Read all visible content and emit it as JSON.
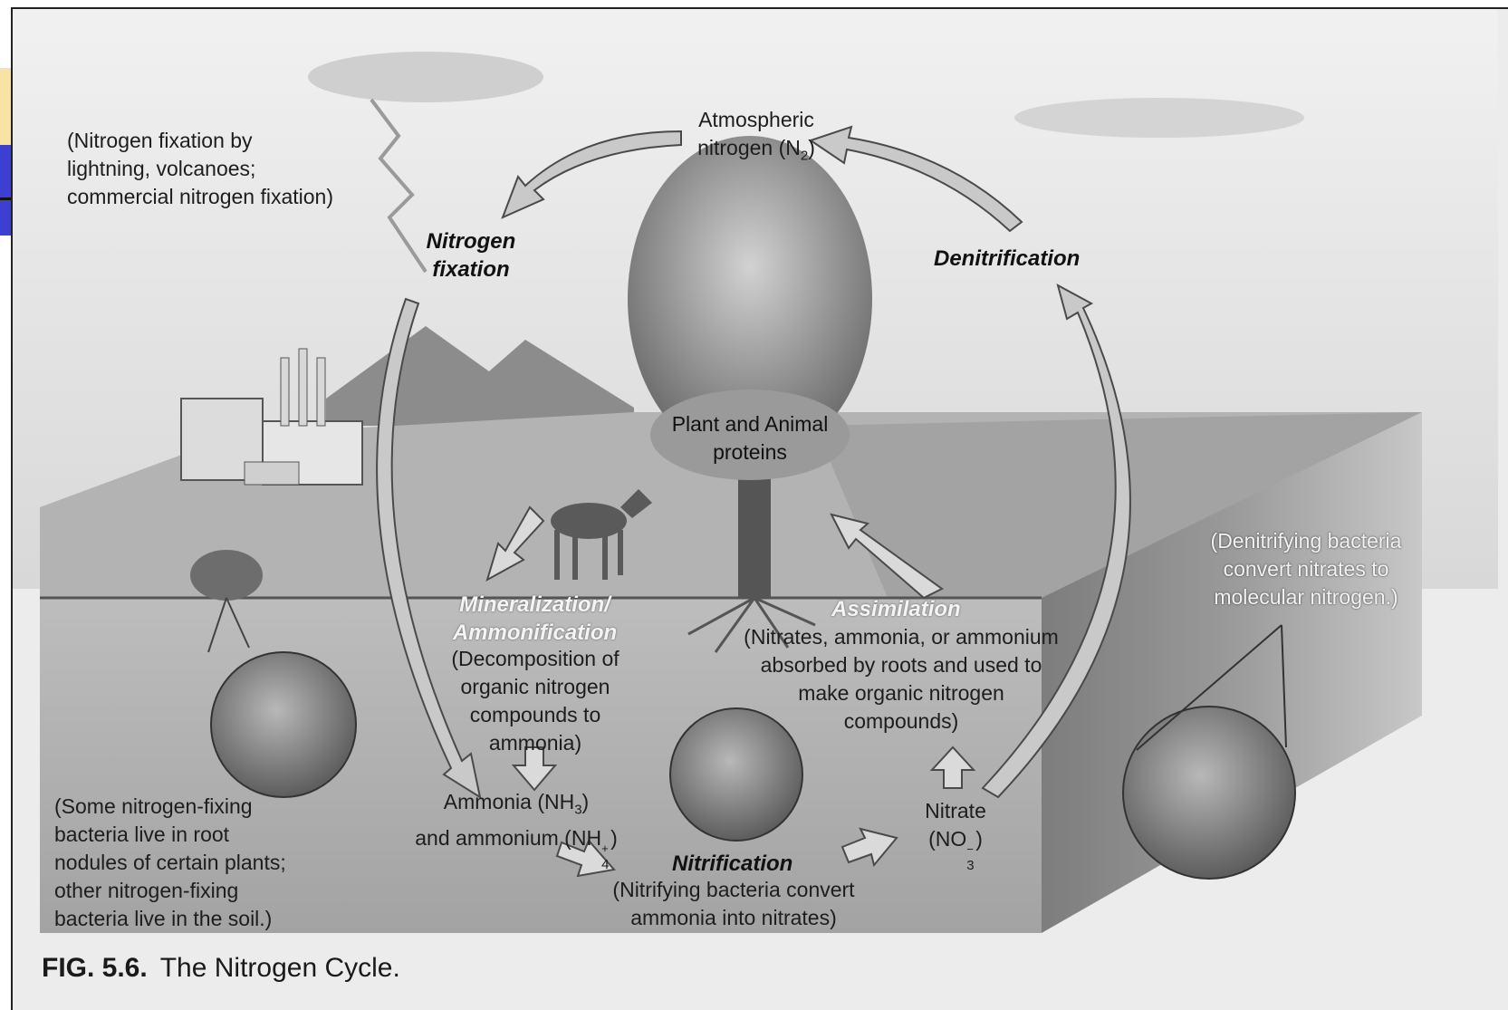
{
  "figure": {
    "caption_number": "FIG. 5.6.",
    "caption_title": "The Nitrogen Cycle."
  },
  "stages": {
    "atmospheric_line1": "Atmospheric",
    "atmospheric_line2_prefix": "nitrogen (N",
    "atmospheric_sub": "2",
    "atmospheric_suffix": ")",
    "fixation_line1": "Nitrogen",
    "fixation_line2": "fixation",
    "denitrification": "Denitrification",
    "proteins_line1": "Plant and Animal",
    "proteins_line2": "proteins",
    "mineralization_line1": "Mineralization/",
    "mineralization_line2": "Ammonification",
    "assimilation": "Assimilation",
    "nitrification": "Nitrification",
    "ammonia_prefix": "Ammonia (NH",
    "ammonia_sub": "3",
    "ammonia_suffix": ")",
    "ammonium_prefix": "and ammonium (NH",
    "ammonium_sup": "+",
    "ammonium_sub": "4",
    "ammonium_suffix": ")",
    "nitrate_line1": "Nitrate",
    "nitrate_prefix": "(NO",
    "nitrate_sup": "−",
    "nitrate_sub": "3",
    "nitrate_suffix": ")"
  },
  "notes": {
    "lightning": [
      "(Nitrogen fixation by",
      "lightning, volcanoes;",
      "commercial nitrogen fixation)"
    ],
    "decomposition": [
      "(Decomposition of",
      "organic nitrogen",
      "compounds to",
      "ammonia)"
    ],
    "assimilation": [
      "(Nitrates, ammonia, or ammonium",
      "absorbed by roots and used to",
      "make organic nitrogen",
      "compounds)"
    ],
    "denitrifying": [
      "(Denitrifying bacteria",
      "convert nitrates to",
      "molecular nitrogen.)"
    ],
    "root_nodules": [
      "(Some nitrogen-fixing",
      "bacteria live in root",
      "nodules of certain plants;",
      "other nitrogen-fixing",
      "bacteria live in the soil.)"
    ],
    "nitrifying": [
      "(Nitrifying bacteria convert",
      "ammonia into nitrates)"
    ]
  },
  "colors": {
    "sky": "#ececec",
    "ground_top": "#a9a9a9",
    "soil": "#b5b5b5",
    "arrow_fill": "#c9c9c9",
    "arrow_stroke": "#4a4a4a"
  }
}
